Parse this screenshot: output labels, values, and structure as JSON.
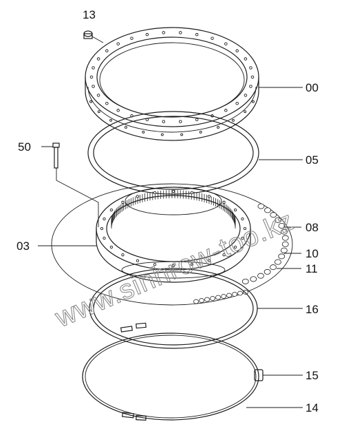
{
  "callouts": {
    "c13": "13",
    "c00": "00",
    "c50": "50",
    "c05": "05",
    "c08": "08",
    "c03": "03",
    "c10": "10",
    "c11": "11",
    "c16": "16",
    "c15": "15",
    "c14": "14"
  },
  "watermark": "www.sinhrow-too.kz"
}
